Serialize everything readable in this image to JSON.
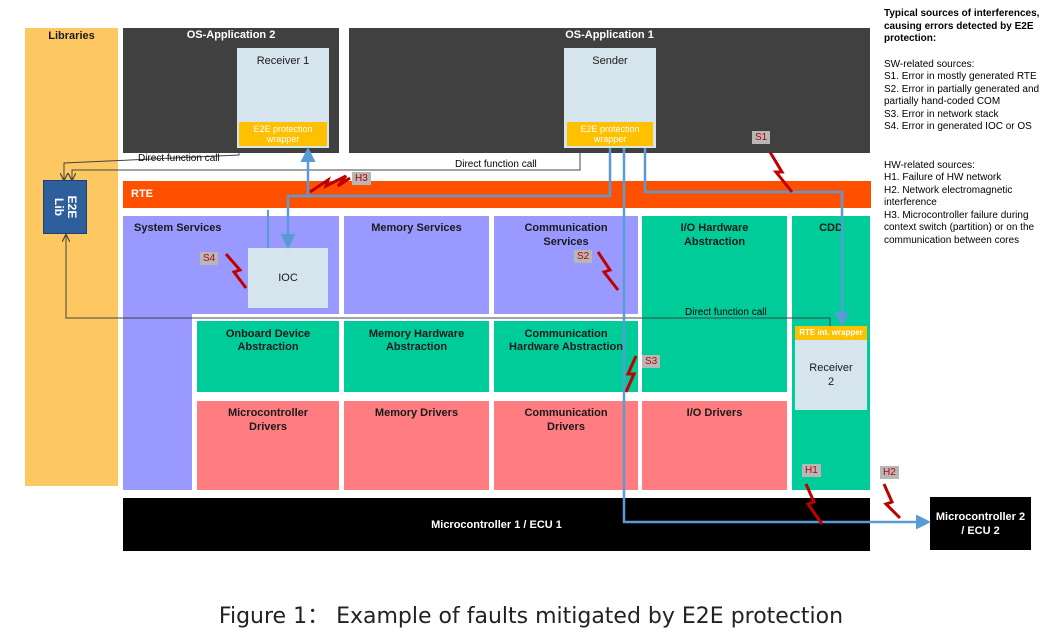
{
  "blocks": {
    "libraries": "Libraries",
    "os_app_2": "OS-Application 2",
    "os_app_1": "OS-Application 1",
    "receiver_1": "Receiver 1",
    "sender": "Sender",
    "e2e_wrapper_line1": "E2E protection",
    "e2e_wrapper_line2": "wrapper",
    "e2e_lib_line1": "E2E",
    "e2e_lib_line2": "Lib",
    "rte": "RTE",
    "system_services": "System Services",
    "ioc": "IOC",
    "memory_services": "Memory Services",
    "communication_services_line1": "Communication",
    "communication_services_line2": "Services",
    "io_hw_abstraction_line1": "I/O Hardware",
    "io_hw_abstraction_line2": "Abstraction",
    "cdd": "CDD",
    "rte_int_wrapper": "RTE int. wrapper",
    "receiver_2_line1": "Receiver",
    "receiver_2_line2": "2",
    "onboard_device_line1": "Onboard Device",
    "onboard_device_line2": "Abstraction",
    "memory_hw_line1": "Memory Hardware",
    "memory_hw_line2": "Abstraction",
    "comm_hw_line1": "Communication",
    "comm_hw_line2": "Hardware Abstraction",
    "mcu_drivers_line1": "Microcontroller",
    "mcu_drivers_line2": "Drivers",
    "memory_drivers": "Memory Drivers",
    "comm_drivers_line1": "Communication",
    "comm_drivers_line2": "Drivers",
    "io_drivers": "I/O Drivers",
    "mcu1": "Microcontroller 1 / ECU 1",
    "mcu2_line1": "Microcontroller 2",
    "mcu2_line2": "/ ECU 2"
  },
  "notes": {
    "direct_call_1": "Direct function call",
    "direct_call_2": "Direct function call",
    "direct_call_3": "Direct function call"
  },
  "faults": {
    "s1": "S1",
    "s2": "S2",
    "s3": "S3",
    "s4": "S4",
    "h1": "H1",
    "h2": "H2",
    "h3": "H3"
  },
  "legend": {
    "title_line1": "Typical sources of interferences,",
    "title_line2": "causing errors detected by E2E",
    "title_line3": "protection:",
    "sw_heading": "SW-related sources:",
    "sw_items": [
      "S1. Error in mostly generated RTE",
      "S2. Error in partially generated and",
      "partially hand-coded COM",
      "S3. Error in network stack",
      "S4. Error in generated IOC or OS"
    ],
    "hw_heading": "HW-related sources:",
    "hw_items": [
      "H1. Failure of HW network",
      "H2. Network electromagnetic",
      "interference",
      "H3. Microcontroller failure during",
      "context switch (partition) or on the",
      "communication between cores"
    ]
  },
  "caption": "Figure 1：  Example of faults mitigated by E2E protection",
  "colors": {
    "libraries": "#fdc862",
    "os_app": "#404040",
    "component": "#d6e4ee",
    "wrapper": "#ffc000",
    "rte": "#ff5000",
    "services": "#9999ff",
    "abstraction": "#00cc99",
    "drivers": "#ff7c80",
    "mcu": "#000000",
    "e2e_lib": "#2e5f9c",
    "arrow": "#5b9bd5",
    "fault": "#c00000"
  }
}
